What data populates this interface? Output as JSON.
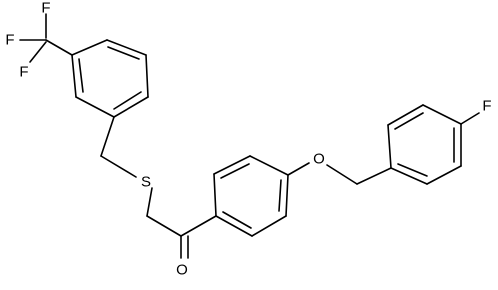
{
  "atoms": {
    "f_top": "F",
    "f_left": "F",
    "f_mid": "F",
    "f_aryl": "F",
    "sulfur": "S",
    "oxygen_ether": "O",
    "oxygen_carbonyl": "O"
  }
}
